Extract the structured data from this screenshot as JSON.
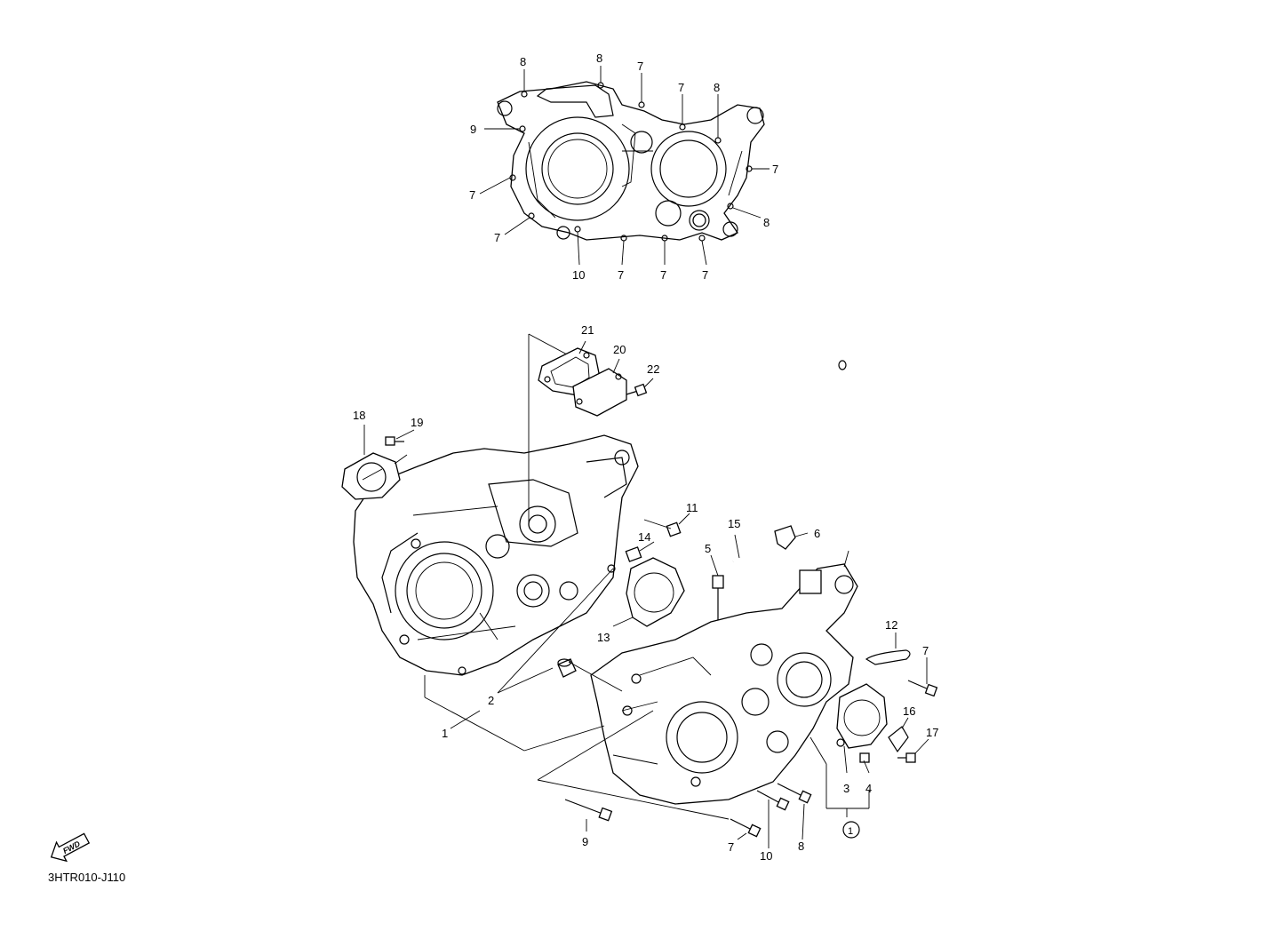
{
  "diagram": {
    "drawing_code": "3HTR010-J110",
    "fwd_label": "FWD",
    "top_callouts": [
      "8",
      "8",
      "7",
      "7",
      "8",
      "9",
      "7",
      "7",
      "7",
      "8",
      "10",
      "7",
      "7",
      "7"
    ],
    "main_callouts": [
      "21",
      "20",
      "22",
      "18",
      "19",
      "11",
      "15",
      "6",
      "14",
      "5",
      "13",
      "12",
      "7",
      "2",
      "1",
      "16",
      "17",
      "3",
      "4",
      "9",
      "7",
      "10",
      "8"
    ],
    "circled_ref": "1"
  }
}
